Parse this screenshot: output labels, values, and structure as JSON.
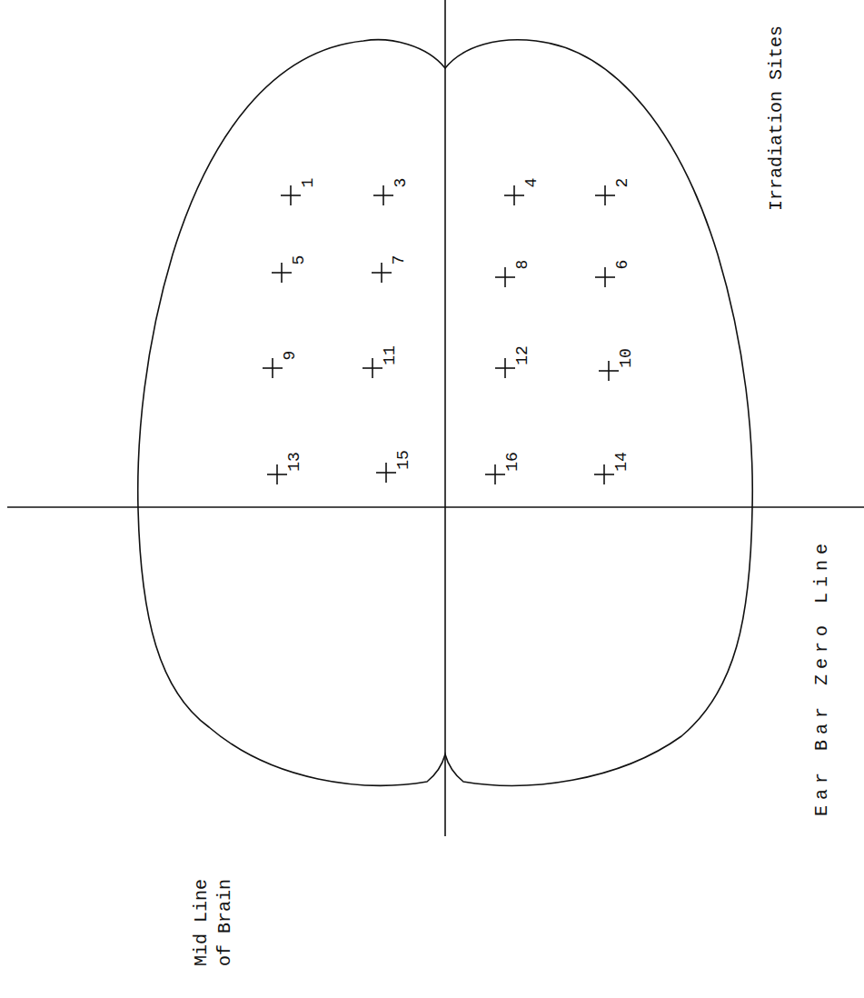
{
  "diagram": {
    "title": "Irradiation Sites",
    "labels": [
      "1",
      "3",
      "4",
      "2",
      "5",
      "7",
      "8",
      "6",
      "9",
      "11",
      "12",
      "10",
      "13",
      "15",
      "16",
      "14",
      "Ear Bar Zero Line",
      "Mid Line of Brain"
    ]
  }
}
